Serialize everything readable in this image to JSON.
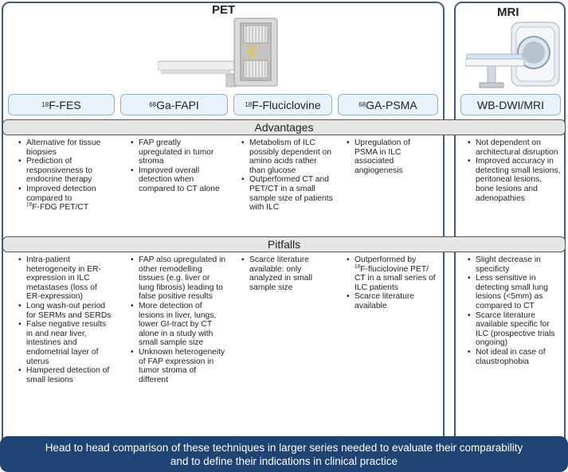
{
  "pet": {
    "title": "PET"
  },
  "mri": {
    "title": "MRI"
  },
  "tracers": [
    {
      "sup": "18",
      "name": "F-FES"
    },
    {
      "sup": "68",
      "name": "Ga-FAPI"
    },
    {
      "sup": "18",
      "name": "F-Fluciclovine"
    },
    {
      "sup": "68",
      "name": "GA-PSMA"
    },
    {
      "sup": "",
      "name": "WB-DWI/MRI"
    }
  ],
  "advantages": {
    "title": "Advantages",
    "fes": [
      "Alternative for tissue biopsies",
      "Prediction of responsiveness to endocrine therapy",
      "Improved detection compared to",
      "F-FDG PET/CT"
    ],
    "fes_sup": "18",
    "fapi": [
      "FAP  greatly upregulated in tumor stroma",
      "Improved overall detection when compared to CT alone"
    ],
    "fluciclovine": [
      "Metabolism of ILC possibly dependent on amino acids rather than glucose",
      "Outperformed CT and PET/CT in a small sample size of patients with ILC"
    ],
    "psma": [
      "Upregulation of PSMA in ILC associated angiogenesis"
    ],
    "mri": [
      "Not dependent on architectural disruption",
      "Improved accuracy in detecting small lesions, peritoneal lesions, bone lesions and adenopathies"
    ]
  },
  "pitfalls": {
    "title": "Pitfalls",
    "fes": [
      "Intra-patient heterogeneity in ER-expression in ILC metastases (loss of ER-expression)",
      "Long wash-out period for SERMs and SERDs",
      "False negative results in and near liver, intestines and endometrial layer of uterus",
      "Hampered detection of small lesions"
    ],
    "fapi": [
      "FAP also upregulated in other remodelling tissues (e.g. liver or lung fibrosis) leading to false positive results",
      "More detection of lesions in liver, lungs, lower GI-tract by CT alone in a study with small sample size",
      "Unknown heterogeneity of FAP expression in tumor stroma of different"
    ],
    "fluciclovine": [
      "Scarce literature available: only analyzed in small sample size"
    ],
    "psma": [
      "Outperformed by",
      "F-fluciclovine PET/ CT in a small series of ILC patients",
      "Scarce literature available"
    ],
    "psma_sup": "18",
    "mri": [
      "Slight decrease in specificty",
      "Less sensitive in detecting small lung lesions (<5mm) as compared to CT",
      "Scarce literature available specific for ILC (prospective trials ongoing)",
      "Not ideal in case of claustrophobia"
    ]
  },
  "footer": {
    "line1": "Head to head comparison of these techniques in larger series needed to evaluate their comparability",
    "line2": "and to define their indications in clinical practice"
  },
  "colors": {
    "panel_border": "#3f5e86",
    "tracer_fill": "#e9f2fb",
    "tracer_border": "#8eb2d6",
    "footer_bg": "#1f4474",
    "section_bar": "#e6e6e6"
  },
  "icons": {
    "pet": "pet-scanner-icon",
    "mri": "mri-scanner-icon"
  }
}
